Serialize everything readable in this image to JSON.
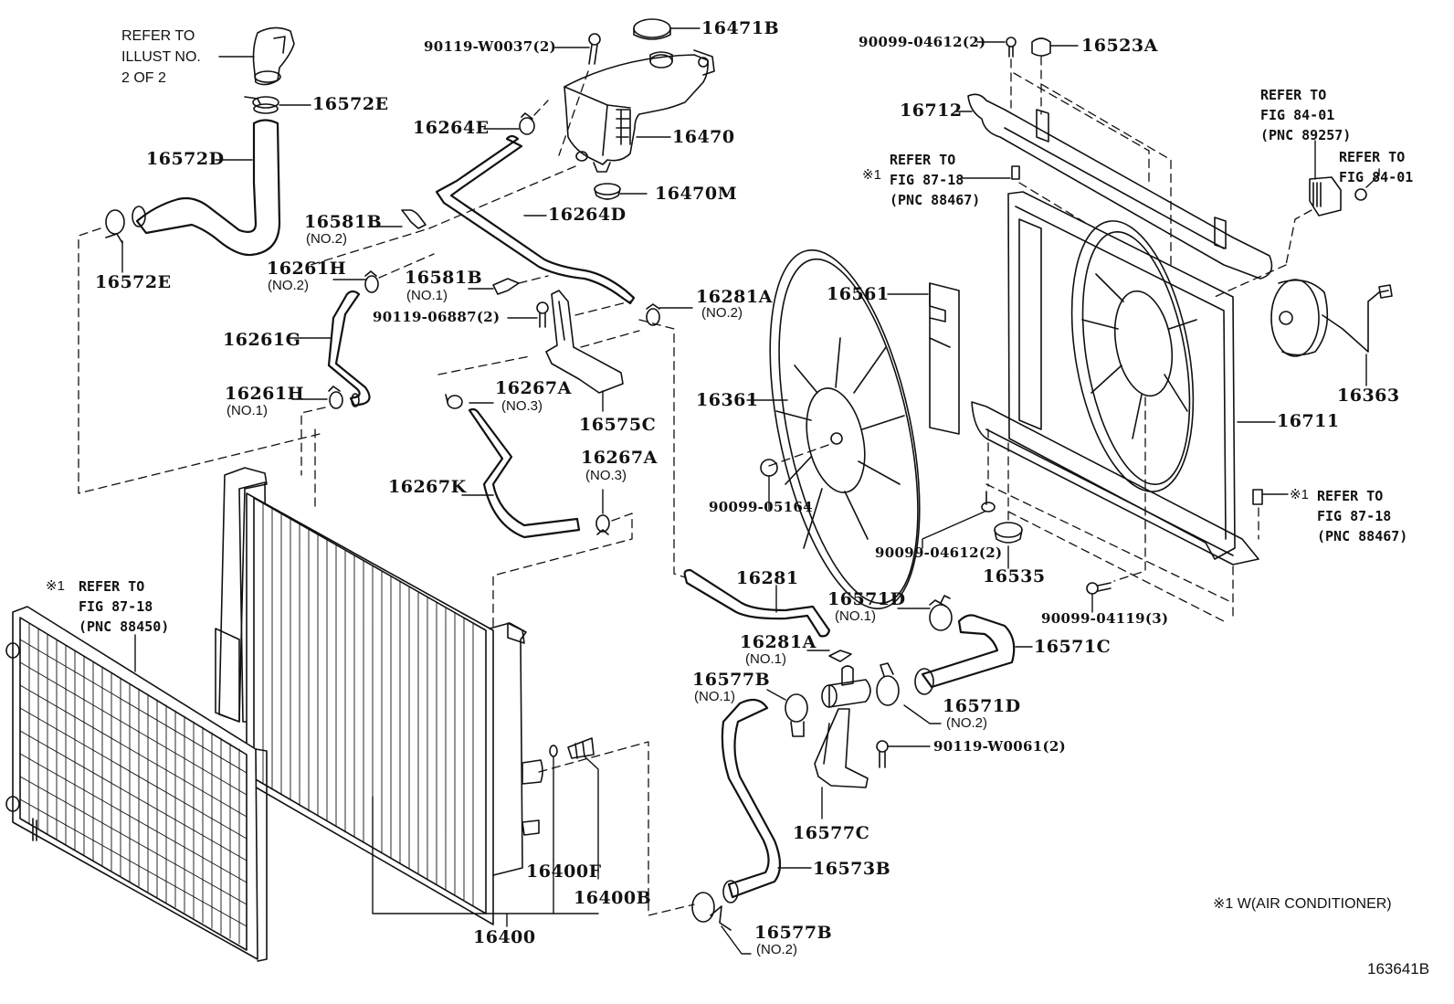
{
  "diagram": {
    "type": "exploded parts diagram",
    "subject": "Radiator & cooling fan assembly",
    "illustration_code": "163641B",
    "footnote": "※1 W(AIR CONDITIONER)"
  },
  "callouts": {
    "refer_illust": [
      "REFER TO",
      "ILLUST NO.",
      "2 OF 2"
    ],
    "c16572E_top": "16572E",
    "c16572D": "16572D",
    "c16572E_bottom": "16572E",
    "c90119W0037": "90119-W0037(2)",
    "c16471B": "16471B",
    "c16264E": "16264E",
    "c16470": "16470",
    "c16470M": "16470M",
    "c16581B_no2": "16581B",
    "c16581B_no2_sub": "(NO.2)",
    "c16264D": "16264D",
    "c16261H_no2": "16261H",
    "c16261H_no2_sub": "(NO.2)",
    "c16581B_no1": "16581B",
    "c16581B_no1_sub": "(NO.1)",
    "c90119_06887": "90119-06887(2)",
    "c16281A_no2": "16281A",
    "c16281A_no2_sub": "(NO.2)",
    "c16261G": "16261G",
    "c16261H_no1": "16261H",
    "c16261H_no1_sub": "(NO.1)",
    "c16267A_a": "16267A",
    "c16267A_a_sub": "(NO.3)",
    "c16575C": "16575C",
    "c16267A_b": "16267A",
    "c16267A_b_sub": "(NO.3)",
    "c16267K": "16267K",
    "c90099_04612_top": "90099-04612(2)",
    "c16523A": "16523A",
    "c16712": "16712",
    "ref_88467_top": [
      "REFER TO",
      "FIG 87-18",
      "(PNC 88467)"
    ],
    "ref_88467_top_mark": "※1",
    "ref_89257": [
      "REFER TO",
      "FIG 84-01",
      "(PNC 89257)"
    ],
    "ref_84_01": [
      "REFER TO",
      "FIG 84-01"
    ],
    "c16561": "16561",
    "c16361": "16361",
    "c16363": "16363",
    "c16711": "16711",
    "c90099_05164": "90099-05164",
    "ref_88467_right_mark": "※1",
    "ref_88467_right": [
      "REFER TO",
      "FIG 87-18",
      "(PNC 88467)"
    ],
    "c90099_04612_mid": "90099-04612(2)",
    "c16535": "16535",
    "c90099_04119": "90099-04119(3)",
    "ref_88450_mark": "※1",
    "ref_88450": [
      "REFER TO",
      "FIG 87-18",
      "(PNC 88450)"
    ],
    "c16281": "16281",
    "c16571D_no1": "16571D",
    "c16571D_no1_sub": "(NO.1)",
    "c16281A_no1": "16281A",
    "c16281A_no1_sub": "(NO.1)",
    "c16571C": "16571C",
    "c16577B_no1": "16577B",
    "c16577B_no1_sub": "(NO.1)",
    "c16571D_no2": "16571D",
    "c16571D_no2_sub": "(NO.2)",
    "c90119W0061": "90119-W0061(2)",
    "c16577C": "16577C",
    "c16573B": "16573B",
    "c16400F": "16400F",
    "c16400B": "16400B",
    "c16400": "16400",
    "c16577B_no2": "16577B",
    "c16577B_no2_sub": "(NO.2)"
  }
}
